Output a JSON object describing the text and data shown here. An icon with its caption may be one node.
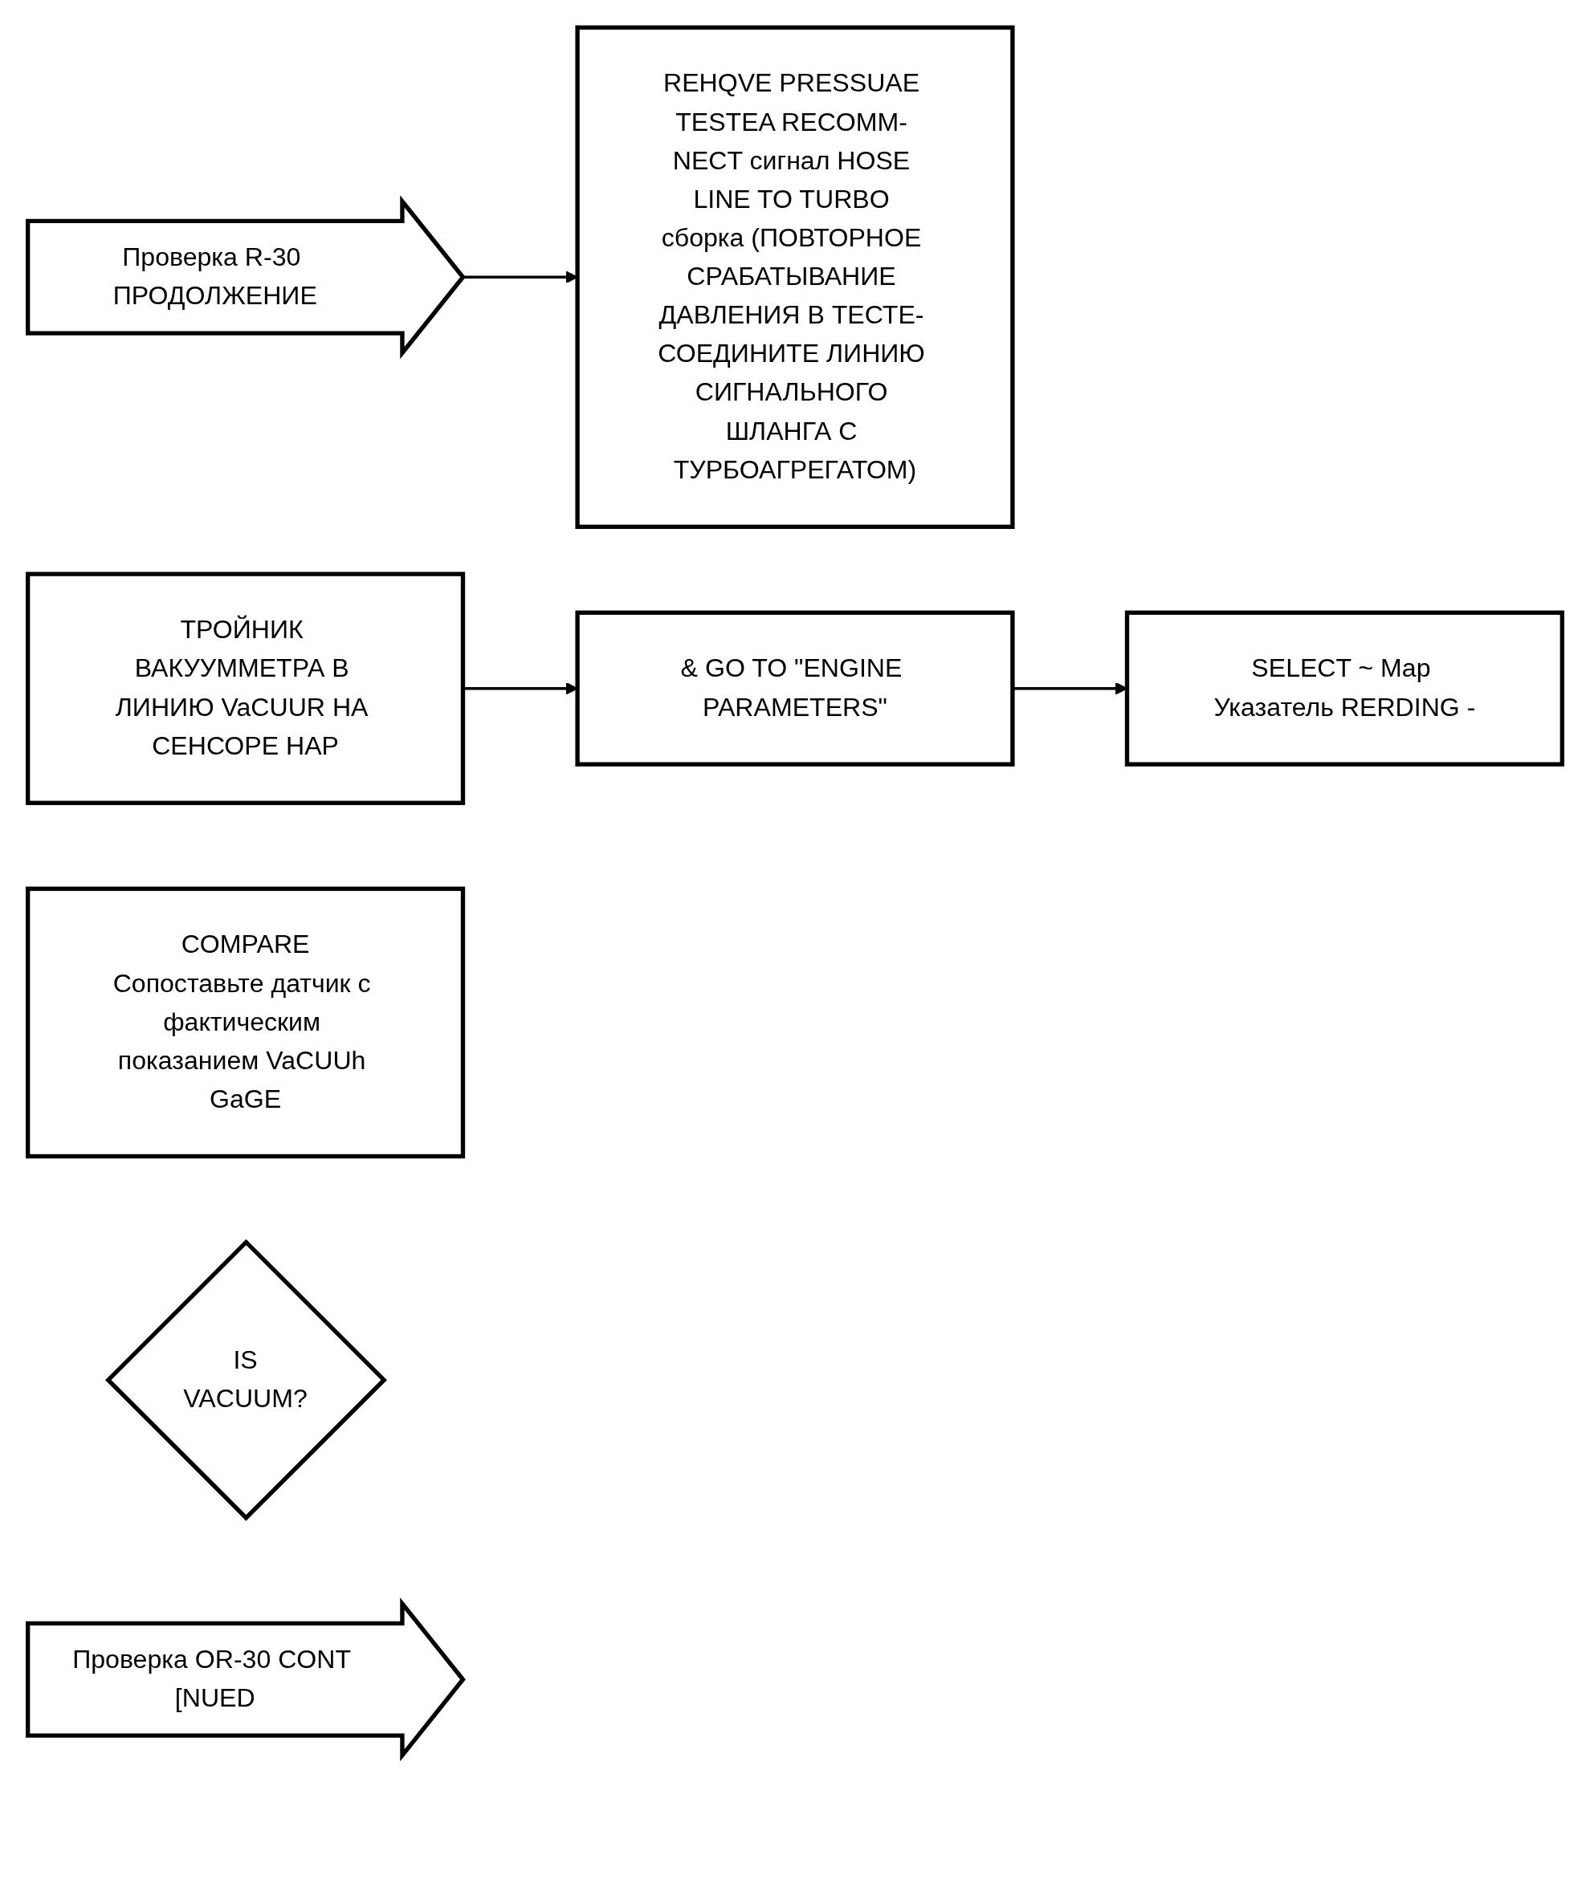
{
  "diagram": {
    "nodes": [
      {
        "text": [
          "Проверка R-30 ПРОДОЛЖЕНИЕ"
        ]
      },
      {
        "text": [
          "REHQVE PRESSUAE TESTEA RECOMM- NECT сигнал HOSE LINE TO TURBO сборка (ПОВТОРНОЕ СРАБАТЫВАНИЕ ДАВЛЕНИЯ В ТЕСТЕ- СОЕДИНИТЕ ЛИНИЮ СИГНАЛЬНОГО ШЛАНГА С ТУРБОАГРЕГАТОМ)"
        ]
      },
      {
        "text": [
          "ТРОЙНИК ВАКУУММЕТРА В ЛИНИЮ VaCUUR НА СЕНСОРЕ HAP"
        ]
      },
      {
        "text": [
          "& GO TO \"ENGINE PARAMETERS\""
        ]
      },
      {
        "text": [
          "SELECT ~ Map Указатель RERDING -"
        ]
      },
      {
        "text": [
          "COMPARE",
          "Сопоставьте датчик с фактическим показанием VaCUUh GaGE"
        ]
      },
      {
        "text": [
          "IS",
          "VACUUM?"
        ]
      },
      {
        "text": [
          "Проверка OR-30 CONT [NUED"
        ]
      }
    ],
    "edges": [
      {
        "from": 0,
        "to": 1,
        "arrow": "to"
      },
      {
        "from": 2,
        "to": 3,
        "arrow": "to"
      },
      {
        "from": 3,
        "to": 4,
        "arrow": "to"
      }
    ]
  }
}
